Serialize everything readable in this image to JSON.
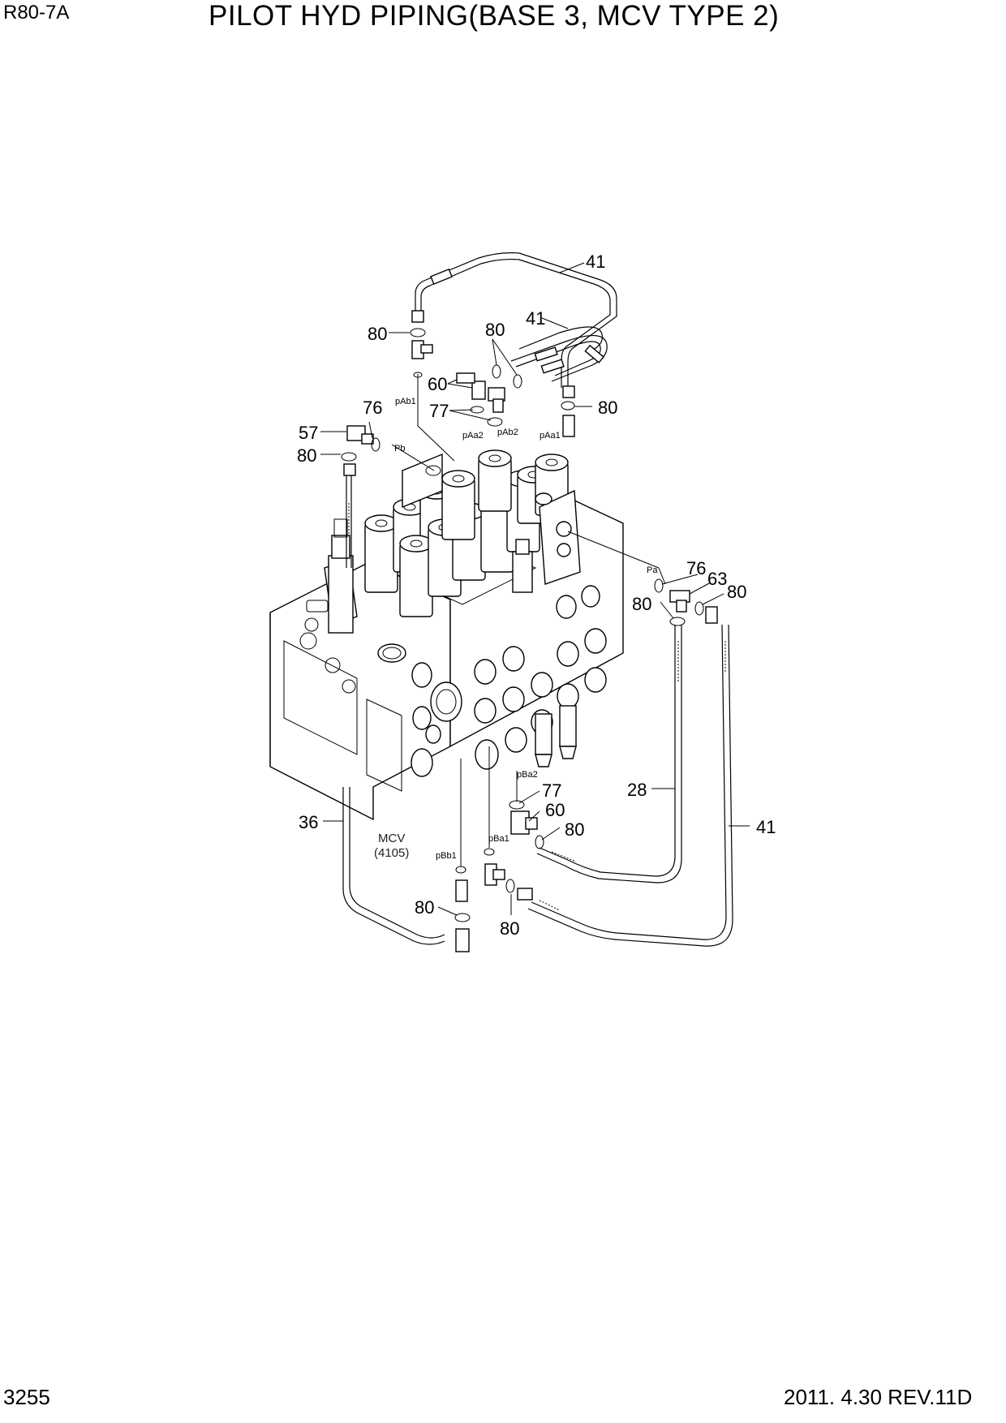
{
  "header": {
    "model": "R80-7A",
    "title": "PILOT HYD PIPING(BASE 3, MCV TYPE 2)"
  },
  "footer": {
    "page_number": "3255",
    "revision": "2011. 4.30 REV.11D"
  },
  "diagram": {
    "component_label": "MCV",
    "component_code": "(4105)",
    "callouts": {
      "c41_top": "41",
      "c41_mid": "41",
      "c80_a": "80",
      "c80_b": "80",
      "c60_top": "60",
      "c77_top": "77",
      "c80_c": "80",
      "c76_left": "76",
      "c57": "57",
      "c80_d": "80",
      "c76_right": "76",
      "c63": "63",
      "c80_e": "80",
      "c80_f": "80",
      "c28": "28",
      "c41_right": "41",
      "c36": "36",
      "c77_bottom": "77",
      "c60_bottom": "60",
      "c80_g": "80",
      "c80_h": "80",
      "c80_i": "80"
    },
    "ports": {
      "pAb1": "pAb1",
      "pAa2": "pAa2",
      "pAb2": "pAb2",
      "pAa1": "pAa1",
      "Pb": "Pb",
      "Pa": "Pa",
      "pBa2": "pBa2",
      "pBa1": "pBa1",
      "pBb1": "pBb1"
    }
  }
}
